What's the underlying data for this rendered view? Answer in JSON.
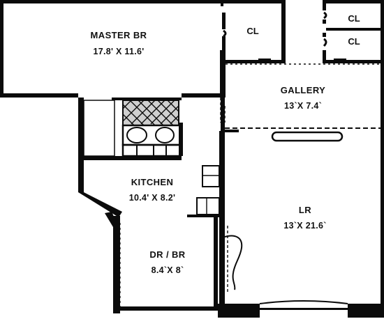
{
  "plan": {
    "colors": {
      "wall": "#0b0b0b",
      "background": "#ffffff"
    },
    "rooms": [
      {
        "id": "master-br",
        "name": "MASTER BR",
        "dims": "17.8' X 11.6'"
      },
      {
        "id": "gallery",
        "name": "GALLERY",
        "dims": "13`X 7.4`"
      },
      {
        "id": "kitchen",
        "name": "KITCHEN",
        "dims": "10.4' X 8.2'"
      },
      {
        "id": "lr",
        "name": "LR",
        "dims": "13`X 21.6`"
      },
      {
        "id": "dr-br",
        "name": "DR / BR",
        "dims": "8.4`X 8`"
      }
    ],
    "closets": [
      {
        "id": "closet-master",
        "label": "CL"
      },
      {
        "id": "closet-top-right",
        "label": "CL"
      },
      {
        "id": "closet-mid-right",
        "label": "CL"
      }
    ]
  }
}
